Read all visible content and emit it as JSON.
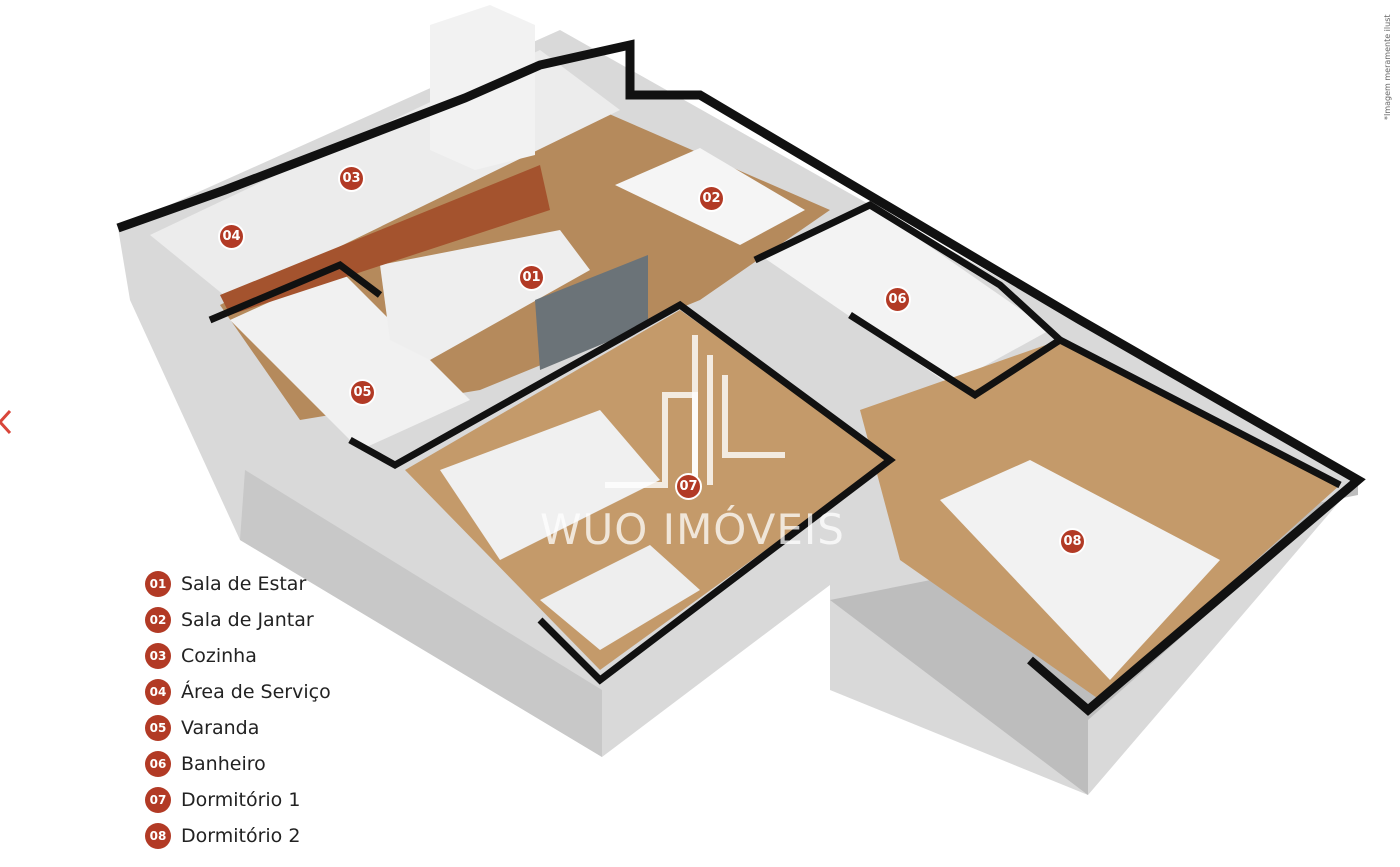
{
  "viewer": {
    "prev_icon": "chevron-left-icon",
    "accent": "#d9463a"
  },
  "disclaimer": "*Imagem meramente ilust",
  "watermark": "WUO IMÓVEIS",
  "marker_color": "#b23a25",
  "markers": [
    "01",
    "02",
    "03",
    "04",
    "05",
    "06",
    "07",
    "08"
  ],
  "legend": [
    {
      "num": "01",
      "label": "Sala de Estar"
    },
    {
      "num": "02",
      "label": "Sala de Jantar"
    },
    {
      "num": "03",
      "label": "Cozinha"
    },
    {
      "num": "04",
      "label": "Área de Serviço"
    },
    {
      "num": "05",
      "label": "Varanda"
    },
    {
      "num": "06",
      "label": "Banheiro"
    },
    {
      "num": "07",
      "label": "Dormitório 1"
    },
    {
      "num": "08",
      "label": "Dormitório 2"
    }
  ]
}
